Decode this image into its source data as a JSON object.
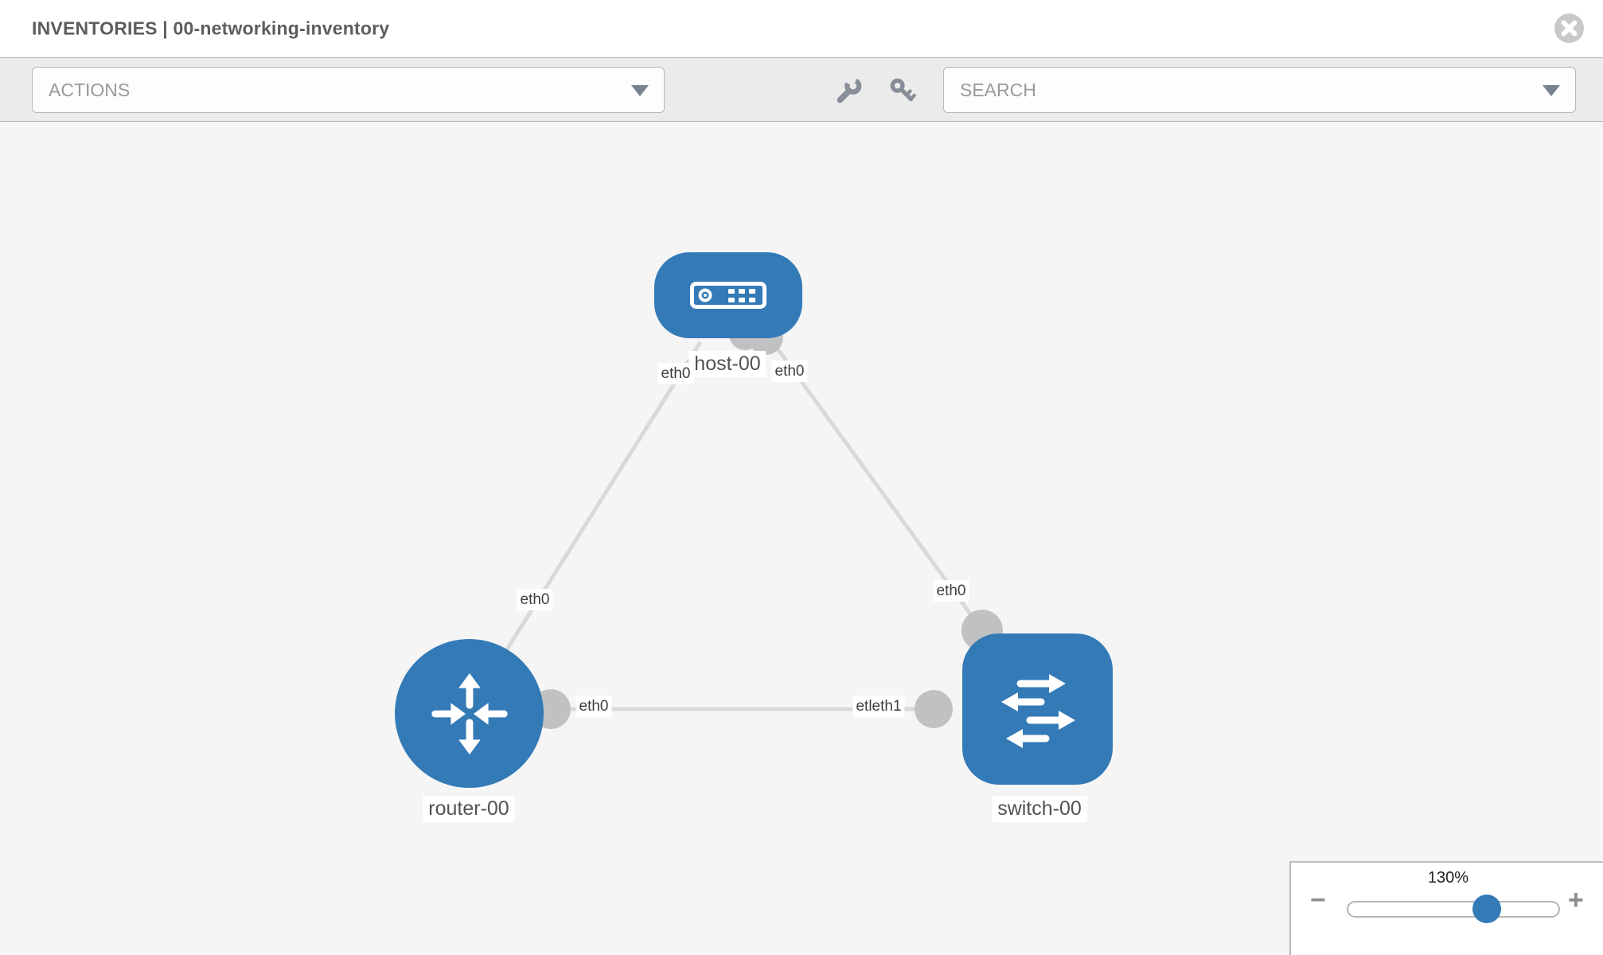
{
  "header": {
    "title": "INVENTORIES | 00-networking-inventory"
  },
  "toolbar": {
    "actions_label": "ACTIONS",
    "search_label": "SEARCH"
  },
  "icons": {
    "close": "close-circle-x",
    "wrench": "wrench",
    "key": "key",
    "dropdown": "caret-down",
    "zoom_out": "minus",
    "zoom_in": "plus"
  },
  "topology": {
    "nodes": [
      {
        "label": "host-00",
        "type": "host"
      },
      {
        "label": "router-00",
        "type": "router"
      },
      {
        "label": "switch-00",
        "type": "switch"
      }
    ],
    "links": [
      {
        "from": "host-00",
        "to": "router-00",
        "from_label": "eth0",
        "to_label": "eth0"
      },
      {
        "from": "host-00",
        "to": "switch-00",
        "from_label": "eth0",
        "to_label": "eth0"
      },
      {
        "from": "router-00",
        "to": "switch-00",
        "from_label": "eth0",
        "to_label": "etleth1"
      }
    ]
  },
  "zoom_control": {
    "level": "130%",
    "minus_label": "−",
    "plus_label": "+"
  },
  "colors": {
    "node": "#337ab7",
    "accent": "#337ab7",
    "connector": "#c1c1c1",
    "link": "#d9d9d9",
    "canvas": "#f5f5f5",
    "toolbar": "#ebebeb"
  }
}
